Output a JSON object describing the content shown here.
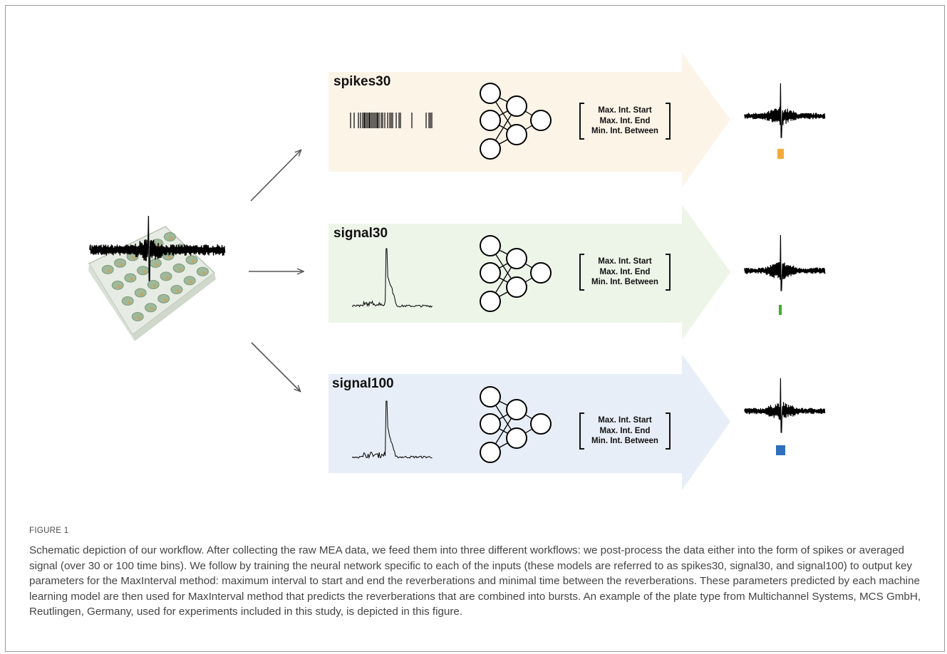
{
  "figure": {
    "title": "FIGURE 1",
    "caption": "Schematic depiction of our workflow. After collecting the raw MEA data, we feed them into three different workflows: we post-process the data either into the form of spikes or averaged signal (over 30 or 100 time bins). We follow by training the neural network specific to each of the inputs (these models are referred to as spikes30, signal30, and signal100) to output key parameters for the MaxInterval method: maximum interval to start and end the  reverberations and minimal time between the  reverberations. These parameters predicted by each machine learning model are then used for MaxInterval method that predicts the  reverberations that are combined into bursts. An example of the plate type from Multichannel Systems, MCS GmbH, Reutlingen, Germany, used for experiments included in this study, is depicted in this figure."
  },
  "pipelines": [
    {
      "label": "spikes30",
      "params": [
        "Max. Int. Start",
        "Max. Int. End",
        "Min. Int. Between"
      ],
      "band_color": "#fdf4e8",
      "marker_color": "#f4aa3c"
    },
    {
      "label": "signal30",
      "params": [
        "Max. Int. Start",
        "Max. Int. End",
        "Min. Int. Between"
      ],
      "band_color": "#edf5e9",
      "marker_color": "#3dae2b"
    },
    {
      "label": "signal100",
      "params": [
        "Max. Int. Start",
        "Max. Int. End",
        "Min. Int. Between"
      ],
      "band_color": "#e8eef7",
      "marker_color": "#2f6fbe"
    }
  ]
}
